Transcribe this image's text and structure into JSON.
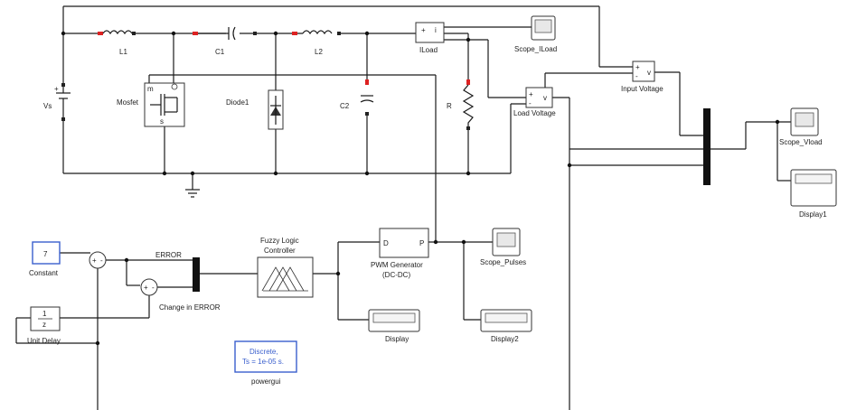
{
  "blocks": {
    "vs": "Vs",
    "l1": "L1",
    "c1": "C1",
    "l2": "L2",
    "iload": "ILoad",
    "scope_iload": "Scope_ILoad",
    "mosfet": "Mosfet",
    "diode1": "Diode1",
    "c2": "C2",
    "r": "R",
    "input_voltage": "Input Voltage",
    "load_voltage": "Load Voltage",
    "scope_vload": "Scope_Vload",
    "display1": "Display1",
    "constant": "Constant",
    "constant_value": "7",
    "error": "ERROR",
    "change_error": "Change in ERROR",
    "unit_delay": "Unit Delay",
    "unit_delay_num": "1",
    "unit_delay_den": "z",
    "fuzzy_line1": "Fuzzy Logic",
    "fuzzy_line2": "Controller",
    "pwm_line1": "PWM Generator",
    "pwm_line2": "(DC-DC)",
    "pwm_in": "D",
    "pwm_out": "P",
    "scope_pulses": "Scope_Pulses",
    "display": "Display",
    "display2": "Display2",
    "powergui_line1": "Discrete,",
    "powergui_line2": "Ts = 1e-05 s.",
    "powergui": "powergui"
  }
}
